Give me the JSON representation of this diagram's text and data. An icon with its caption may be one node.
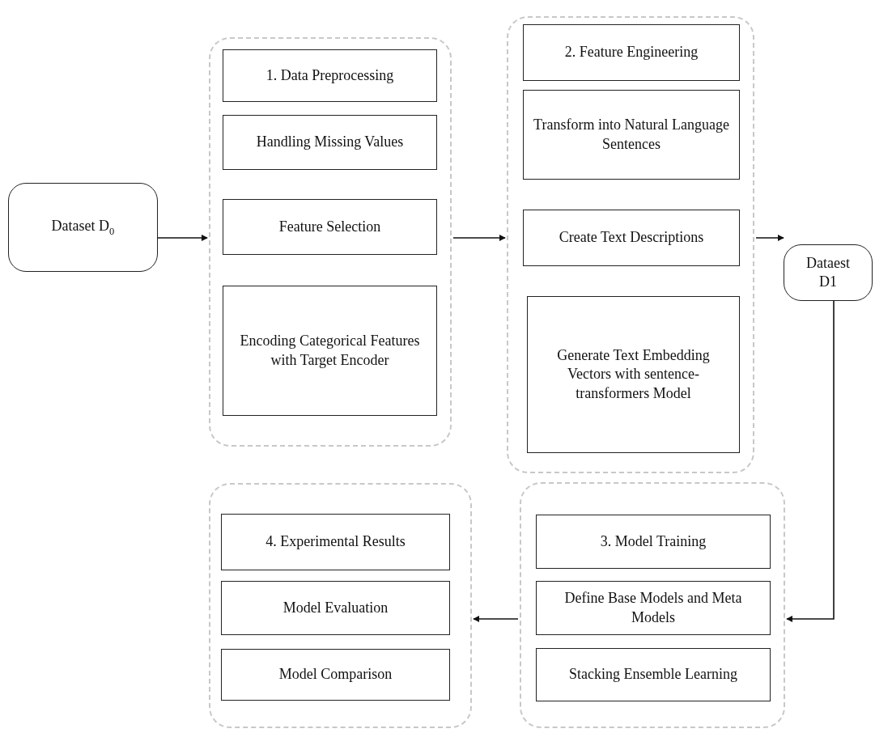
{
  "diagram": {
    "nodes": [
      {
        "text": [
          "Dataset D$_{0}$"
        ]
      },
      {
        "text": [],
        "shape": "box"
      },
      {
        "text": [
          "1. Data Preprocessing"
        ],
        "in": 1
      },
      {
        "text": [
          "Handling Missing Values"
        ],
        "in": 1
      },
      {
        "text": [
          "Feature Selection"
        ],
        "in": 1
      },
      {
        "text": [
          "Encoding Categorical Features with Target Encoder"
        ],
        "in": 1
      },
      {
        "text": [],
        "shape": "box"
      },
      {
        "text": [
          "2. Feature Engineering"
        ],
        "in": 6
      },
      {
        "text": [
          "Transform into Natural Language Sentences"
        ],
        "in": 6
      },
      {
        "text": [
          "Create Text Descriptions"
        ],
        "in": 6
      },
      {
        "text": [
          "Generate Text Embedding Vectors with sentence-transformers Model"
        ],
        "in": 6
      },
      {
        "text": [
          "Dataest D1"
        ]
      },
      {
        "text": [],
        "shape": "box"
      },
      {
        "text": [
          "3. Model Training"
        ],
        "in": 12
      },
      {
        "text": [
          "Define Base Models and Meta Models"
        ],
        "in": 12
      },
      {
        "text": [
          "Stacking Ensemble Learning"
        ],
        "in": 12
      },
      {
        "text": [],
        "shape": "box"
      },
      {
        "text": [
          "4. Experimental Results"
        ],
        "in": 16
      },
      {
        "text": [
          "Model Evaluation"
        ],
        "in": 16
      },
      {
        "text": [
          "Model Comparison"
        ],
        "in": 16
      }
    ],
    "edges": [
      {
        "from": 0,
        "to": 1,
        "arrow": "to"
      },
      {
        "from": 1,
        "to": 6,
        "arrow": "to"
      },
      {
        "from": 6,
        "to": 11,
        "arrow": "to"
      },
      {
        "from": 11,
        "to": 12,
        "arrow": "to"
      },
      {
        "from": 12,
        "to": 16,
        "arrow": "to"
      }
    ]
  }
}
